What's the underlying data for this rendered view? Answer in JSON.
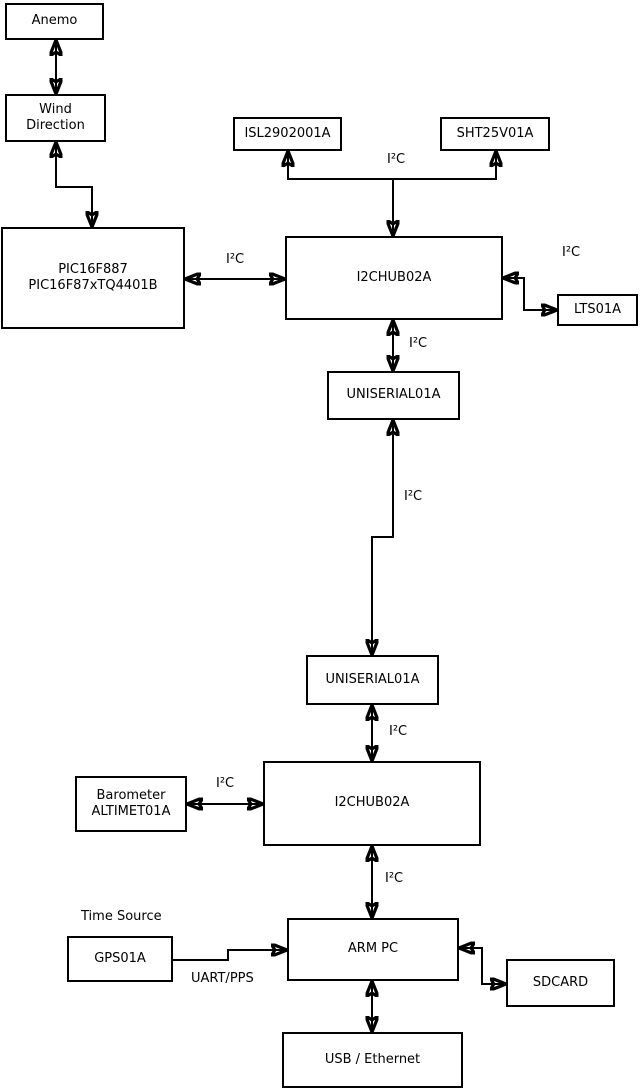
{
  "nodes": [
    {
      "id": "anemo",
      "label": "Anemo"
    },
    {
      "id": "wind-direction",
      "label": "Wind\nDirection"
    },
    {
      "id": "pic",
      "label": "PIC16F887\nPIC16F87xTQ4401B"
    },
    {
      "id": "isl2902001a",
      "label": "ISL2902001A"
    },
    {
      "id": "sht25v01a",
      "label": "SHT25V01A"
    },
    {
      "id": "i2chub-upper",
      "label": "I2CHUB02A"
    },
    {
      "id": "lts01a",
      "label": "LTS01A"
    },
    {
      "id": "uniserial-upper",
      "label": "UNISERIAL01A"
    },
    {
      "id": "uniserial-lower",
      "label": "UNISERIAL01A"
    },
    {
      "id": "barometer",
      "label": "Barometer\nALTIMET01A"
    },
    {
      "id": "i2chub-lower",
      "label": "I2CHUB02A"
    },
    {
      "id": "gps01a",
      "label": "GPS01A"
    },
    {
      "id": "arm-pc",
      "label": "ARM PC"
    },
    {
      "id": "sdcard",
      "label": "SDCARD"
    },
    {
      "id": "usb-ethernet",
      "label": "USB / Ethernet"
    }
  ],
  "labels": {
    "i2c_top_bus": "I²C",
    "i2c_pic_hub": "I²C",
    "i2c_hub_lts": "I²C",
    "i2c_hub_uniserial": "I²C",
    "i2c_uniserial_link": "I²C",
    "i2c_uniserial_hub2": "I²C",
    "i2c_barometer_hub": "I²C",
    "i2c_hub2_armpc": "I²C",
    "time_source": "Time Source",
    "uart_pps": "UART/PPS"
  },
  "connections": [
    {
      "from": "anemo",
      "to": "wind-direction",
      "direction": "bidirectional",
      "label": ""
    },
    {
      "from": "wind-direction",
      "to": "pic",
      "direction": "bidirectional",
      "label": ""
    },
    {
      "from": "pic",
      "to": "i2chub-upper",
      "direction": "bidirectional",
      "label": "I²C"
    },
    {
      "from": "i2chub-upper",
      "to": "isl2902001a",
      "direction": "bidirectional",
      "label": "I²C"
    },
    {
      "from": "i2chub-upper",
      "to": "sht25v01a",
      "direction": "bidirectional",
      "label": "I²C"
    },
    {
      "from": "i2chub-upper",
      "to": "lts01a",
      "direction": "bidirectional",
      "label": "I²C"
    },
    {
      "from": "i2chub-upper",
      "to": "uniserial-upper",
      "direction": "bidirectional",
      "label": "I²C"
    },
    {
      "from": "uniserial-upper",
      "to": "uniserial-lower",
      "direction": "bidirectional",
      "label": "I²C"
    },
    {
      "from": "uniserial-lower",
      "to": "i2chub-lower",
      "direction": "bidirectional",
      "label": "I²C"
    },
    {
      "from": "barometer",
      "to": "i2chub-lower",
      "direction": "bidirectional",
      "label": "I²C"
    },
    {
      "from": "i2chub-lower",
      "to": "arm-pc",
      "direction": "bidirectional",
      "label": "I²C"
    },
    {
      "from": "gps01a",
      "to": "arm-pc",
      "direction": "to",
      "label": "UART/PPS"
    },
    {
      "from": "arm-pc",
      "to": "sdcard",
      "direction": "bidirectional",
      "label": ""
    },
    {
      "from": "arm-pc",
      "to": "usb-ethernet",
      "direction": "bidirectional",
      "label": ""
    }
  ],
  "colors": {
    "background": "#ffffff",
    "stroke": "#000000",
    "box_fill": "#ffffff",
    "text": "#000000"
  }
}
